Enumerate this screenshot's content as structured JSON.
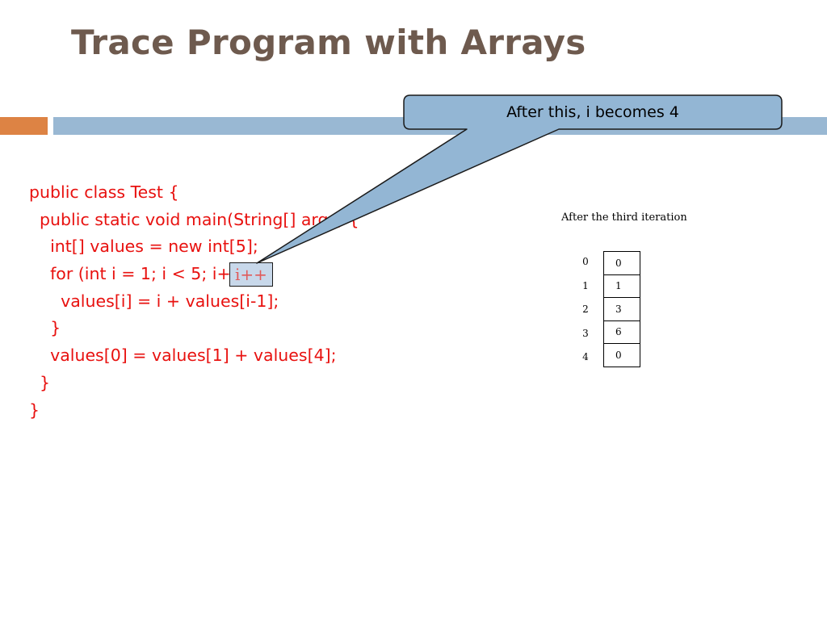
{
  "slide": {
    "title": "Trace Program with Arrays"
  },
  "callout": {
    "text": "After this, i becomes 4",
    "fill": "#93b6d4",
    "border": "#1a1a1a"
  },
  "code": {
    "color": "#e8110f",
    "lines": [
      "public class Test {",
      "  public static void main(String[] args) {",
      "    int[] values = new int[5];",
      "    for (int i = 1; i < 5; i++) {",
      "      values[i] = i + values[i-1];",
      "    }",
      "    values[0] = values[1] + values[4];",
      "  }",
      "}"
    ],
    "highlighted_token": "i++"
  },
  "array_trace": {
    "caption": "After the third iteration",
    "indices": [
      "0",
      "1",
      "2",
      "3",
      "4"
    ],
    "values": [
      "0",
      "1",
      "3",
      "6",
      "0"
    ]
  },
  "colors": {
    "title": "#6e5a4e",
    "accent_orange": "#dd8344",
    "accent_blue": "#99b8d3"
  }
}
